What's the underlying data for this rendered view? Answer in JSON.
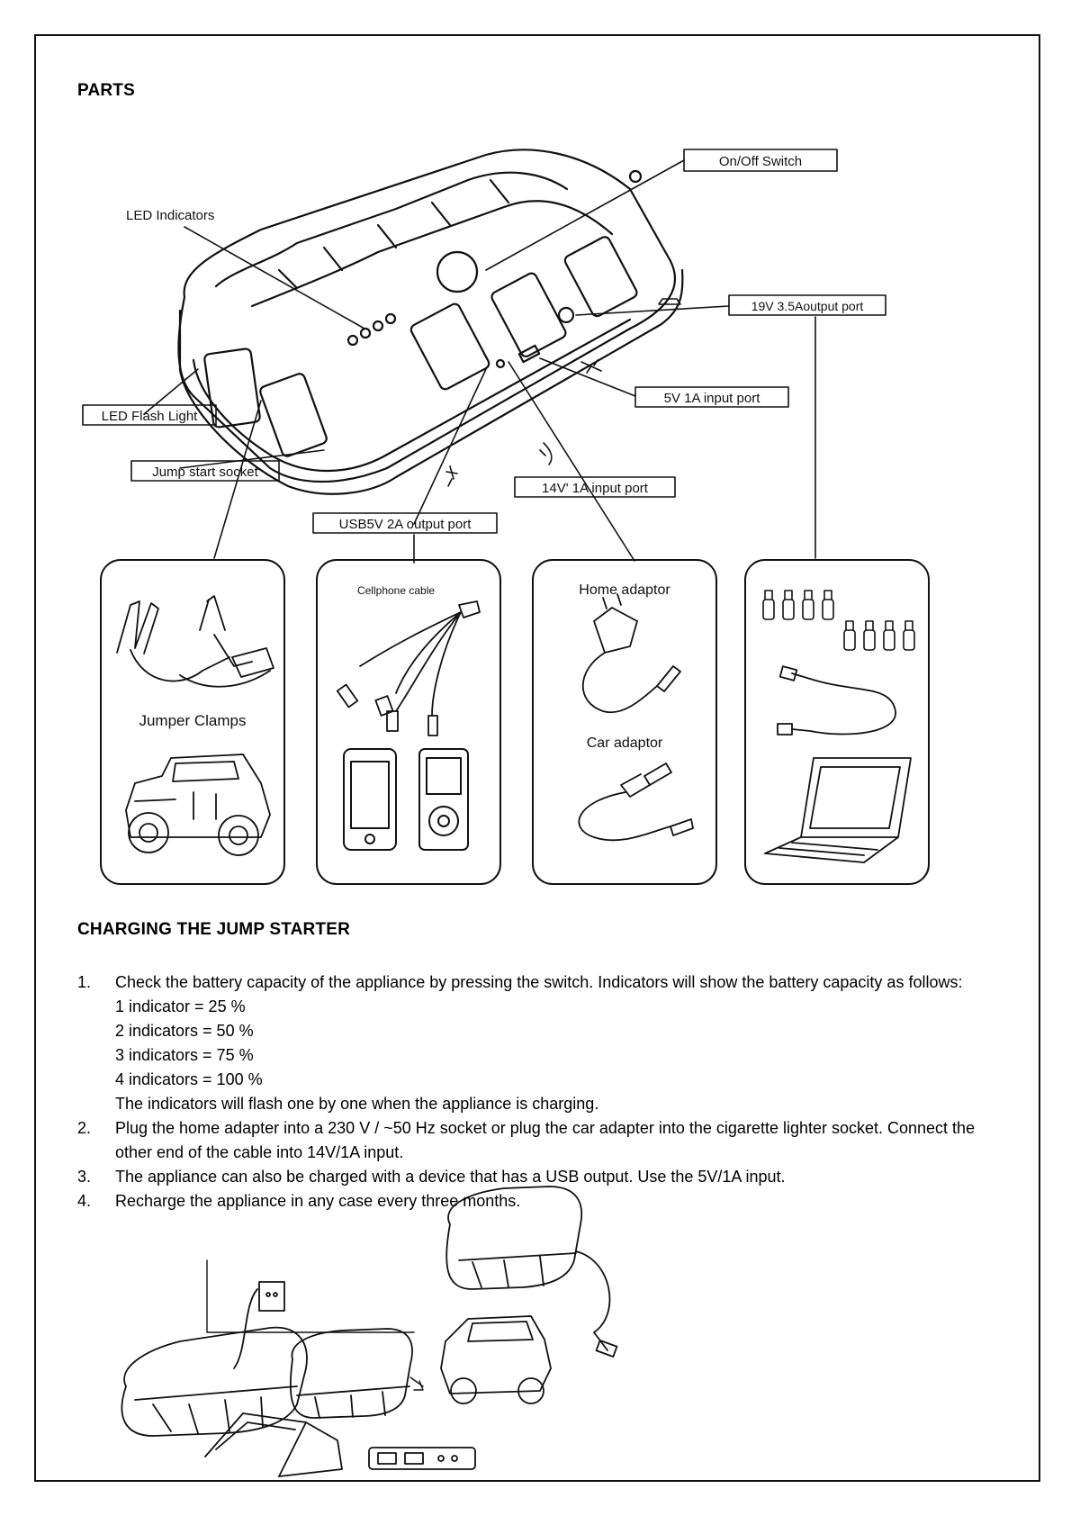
{
  "parts": {
    "heading": "PARTS",
    "labels": {
      "on_off_switch": "On/Off Switch",
      "led_indicators": "LED Indicators",
      "output_19v": "19V 3.5Aoutput port",
      "input_5v": "5V 1A input port",
      "led_flash_light": "LED Flash Light",
      "jump_start_socket": "Jump start socket",
      "input_14v": "14V' 1A input port",
      "usb_output": "USB5V 2A output port"
    },
    "accessories": {
      "jumper_clamps": "Jumper Clamps",
      "cellphone_cable": "Cellphone  cable",
      "home_adaptor": "Home adaptor",
      "car_adaptor": "Car adaptor"
    }
  },
  "charging": {
    "heading": "CHARGING THE JUMP STARTER",
    "steps": [
      {
        "num": "1.",
        "text": "Check the battery capacity of the appliance by pressing the switch. Indicators will show the battery capacity as follows:",
        "lines": [
          "1 indicator = 25 %",
          "2 indicators = 50 %",
          "3 indicators = 75 %",
          "4 indicators = 100 %",
          "The indicators will flash one by one when the appliance is charging."
        ]
      },
      {
        "num": "2.",
        "text": "Plug the home adapter into a 230 V / ~50 Hz socket or plug the car adapter into the cigarette lighter socket. Connect the other end of the cable into 14V/1A input."
      },
      {
        "num": "3.",
        "text": "The appliance can also be charged with a device that has a USB output. Use the 5V/1A input."
      },
      {
        "num": "4.",
        "text": "Recharge the appliance in any case every three months."
      }
    ]
  }
}
